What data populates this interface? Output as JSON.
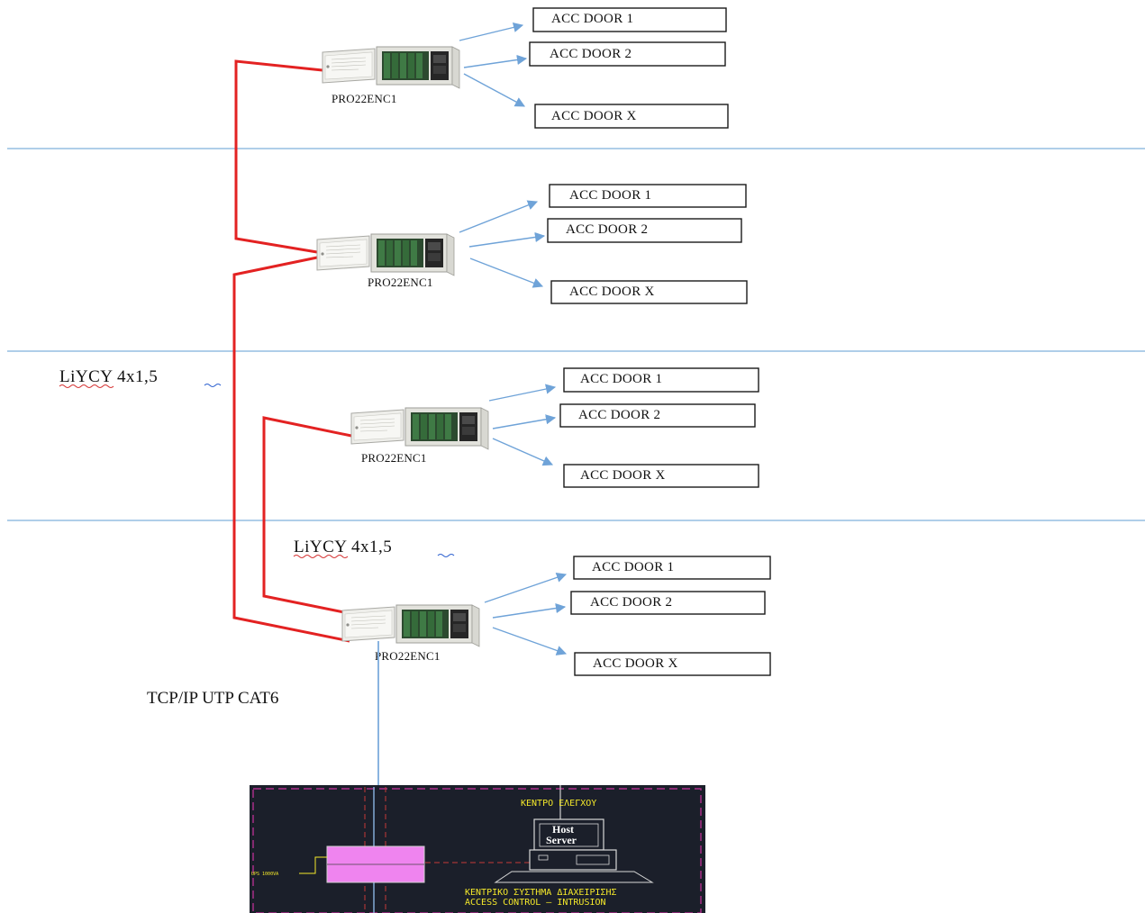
{
  "colors": {
    "floor_divider": "#7fb0dc",
    "bus_cable": "#e32222",
    "arrow": "#6fa3d8",
    "network_cable": "#8ab4e0",
    "cad_background": "#1b1f2a",
    "cad_frame": "#b0308e",
    "cad_text": "#f4e82a",
    "ups_fill": "#ef84ef"
  },
  "controllers": [
    {
      "name": "PRO22ENC1",
      "doors": [
        "ACC DOOR 1",
        "ACC DOOR 2",
        "ACC DOOR X"
      ]
    },
    {
      "name": "PRO22ENC1",
      "doors": [
        "ACC DOOR 1",
        "ACC DOOR 2",
        "ACC DOOR X"
      ]
    },
    {
      "name": "PRO22ENC1",
      "doors": [
        "ACC DOOR 1",
        "ACC DOOR 2",
        "ACC DOOR X"
      ]
    },
    {
      "name": "PRO22ENC1",
      "doors": [
        "ACC DOOR 1",
        "ACC DOOR 2",
        "ACC DOOR X"
      ]
    }
  ],
  "cable_labels": {
    "riser": "LiYCY 4x1,5",
    "floor": "LiYCY 4x1,5",
    "network": "TCP/IP UTP CAT6"
  },
  "control_center": {
    "title": "ΚΕΝΤΡΟ ΕΛΕΓΧΟΥ",
    "server_label_line1": "Host",
    "server_label_line2": "Server",
    "caption_line1": "ΚΕΝΤΡΙΚΟ ΣΥΣΤΗΜΑ ΔΙΑΧΕΙΡΙΣΗΣ",
    "caption_line2": "ACCESS CONTROL — INTRUSION",
    "ups_label": "UPS 1000VA"
  }
}
